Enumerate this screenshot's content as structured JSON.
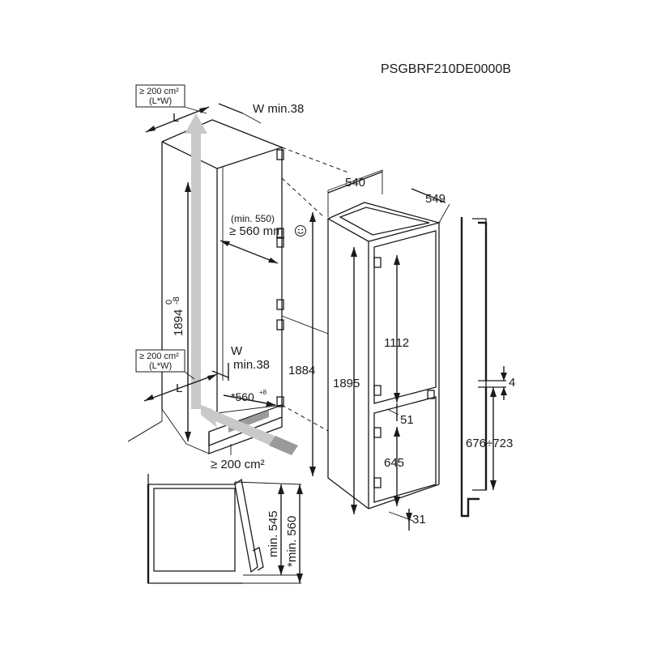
{
  "model_code": "PSGBRF210DE0000B",
  "vent_top": {
    "area": "≥ 200 cm²",
    "formula": "(L*W)"
  },
  "vent_bottom": {
    "area": "≥ 200 cm²",
    "formula": "(L*W)"
  },
  "floor_vent": "≥ 200 cm²",
  "labels": {
    "L_top": "L",
    "W_top": "W min.38",
    "L_bottom": "L",
    "W_bottom_1": "W",
    "W_bottom_2": "min.38",
    "niche_height": "1894",
    "niche_height_upper_tol": "0",
    "niche_height_lower_tol": "-8",
    "depth_min_550": "(min. 550)",
    "depth_560": "≥ 560 mm",
    "niche_width": "*560",
    "niche_width_tol": "+8",
    "appliance_width": "540",
    "appliance_depth": "549",
    "door_height_total": "1884",
    "appliance_height": "1895",
    "upper_door": "1112",
    "gap_51": "51",
    "lower_door": "645",
    "gap_31": "31",
    "gap_4": "4",
    "door_range": "676÷723",
    "min_545": "min. 545",
    "min_560": "*min. 560"
  },
  "icons": {
    "smiley": "smiley-icon"
  }
}
